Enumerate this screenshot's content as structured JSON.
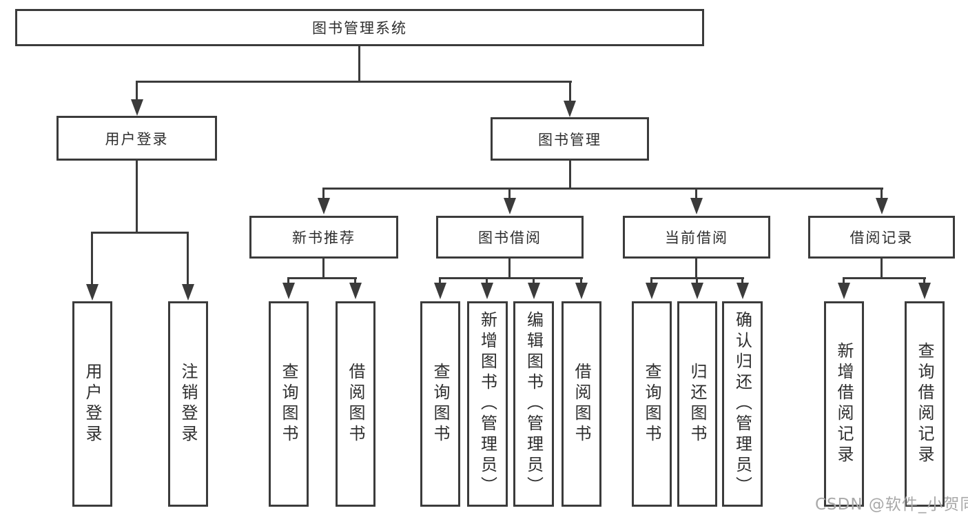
{
  "diagram": {
    "root": {
      "label": "图书管理系统"
    },
    "level2": {
      "user_login": {
        "label": "用户登录"
      },
      "book_mgmt": {
        "label": "图书管理"
      }
    },
    "level3": {
      "new_book_rec": {
        "label": "新书推荐"
      },
      "book_borrow": {
        "label": "图书借阅"
      },
      "current_borrow": {
        "label": "当前借阅"
      },
      "borrow_records": {
        "label": "借阅记录"
      }
    },
    "leaves": {
      "ul_user_login": {
        "label": "用户登录"
      },
      "ul_logout_login": {
        "label": "注销登录"
      },
      "nb_query_book": {
        "label": "查询图书"
      },
      "nb_borrow_book": {
        "label": "借阅图书"
      },
      "bb_query_book": {
        "label": "查询图书"
      },
      "bb_add_book_admin": {
        "label": "新增图书（管理员）"
      },
      "bb_edit_book_admin": {
        "label": "编辑图书（管理员）"
      },
      "bb_borrow_book": {
        "label": "借阅图书"
      },
      "cb_query_book": {
        "label": "查询图书"
      },
      "cb_return_book": {
        "label": "归还图书"
      },
      "cb_confirm_return_admin": {
        "label": "确认归还（管理员）"
      },
      "br_add_record": {
        "label": "新增借阅记录"
      },
      "br_query_record": {
        "label": "查询借阅记录"
      }
    },
    "hierarchy": {
      "图书管理系统": {
        "用户登录": [
          "用户登录",
          "注销登录"
        ],
        "图书管理": {
          "新书推荐": [
            "查询图书",
            "借阅图书"
          ],
          "图书借阅": [
            "查询图书",
            "新增图书（管理员）",
            "编辑图书（管理员）",
            "借阅图书"
          ],
          "当前借阅": [
            "查询图书",
            "归还图书",
            "确认归还（管理员）"
          ],
          "借阅记录": [
            "新增借阅记录",
            "查询借阅记录"
          ]
        }
      }
    },
    "colors": {
      "line": "#3b3b3b",
      "text": "#2e2e2e",
      "background": "#ffffff",
      "watermark": "#a9a9a9"
    },
    "watermark": "CSDN @软件_小贺同学"
  }
}
